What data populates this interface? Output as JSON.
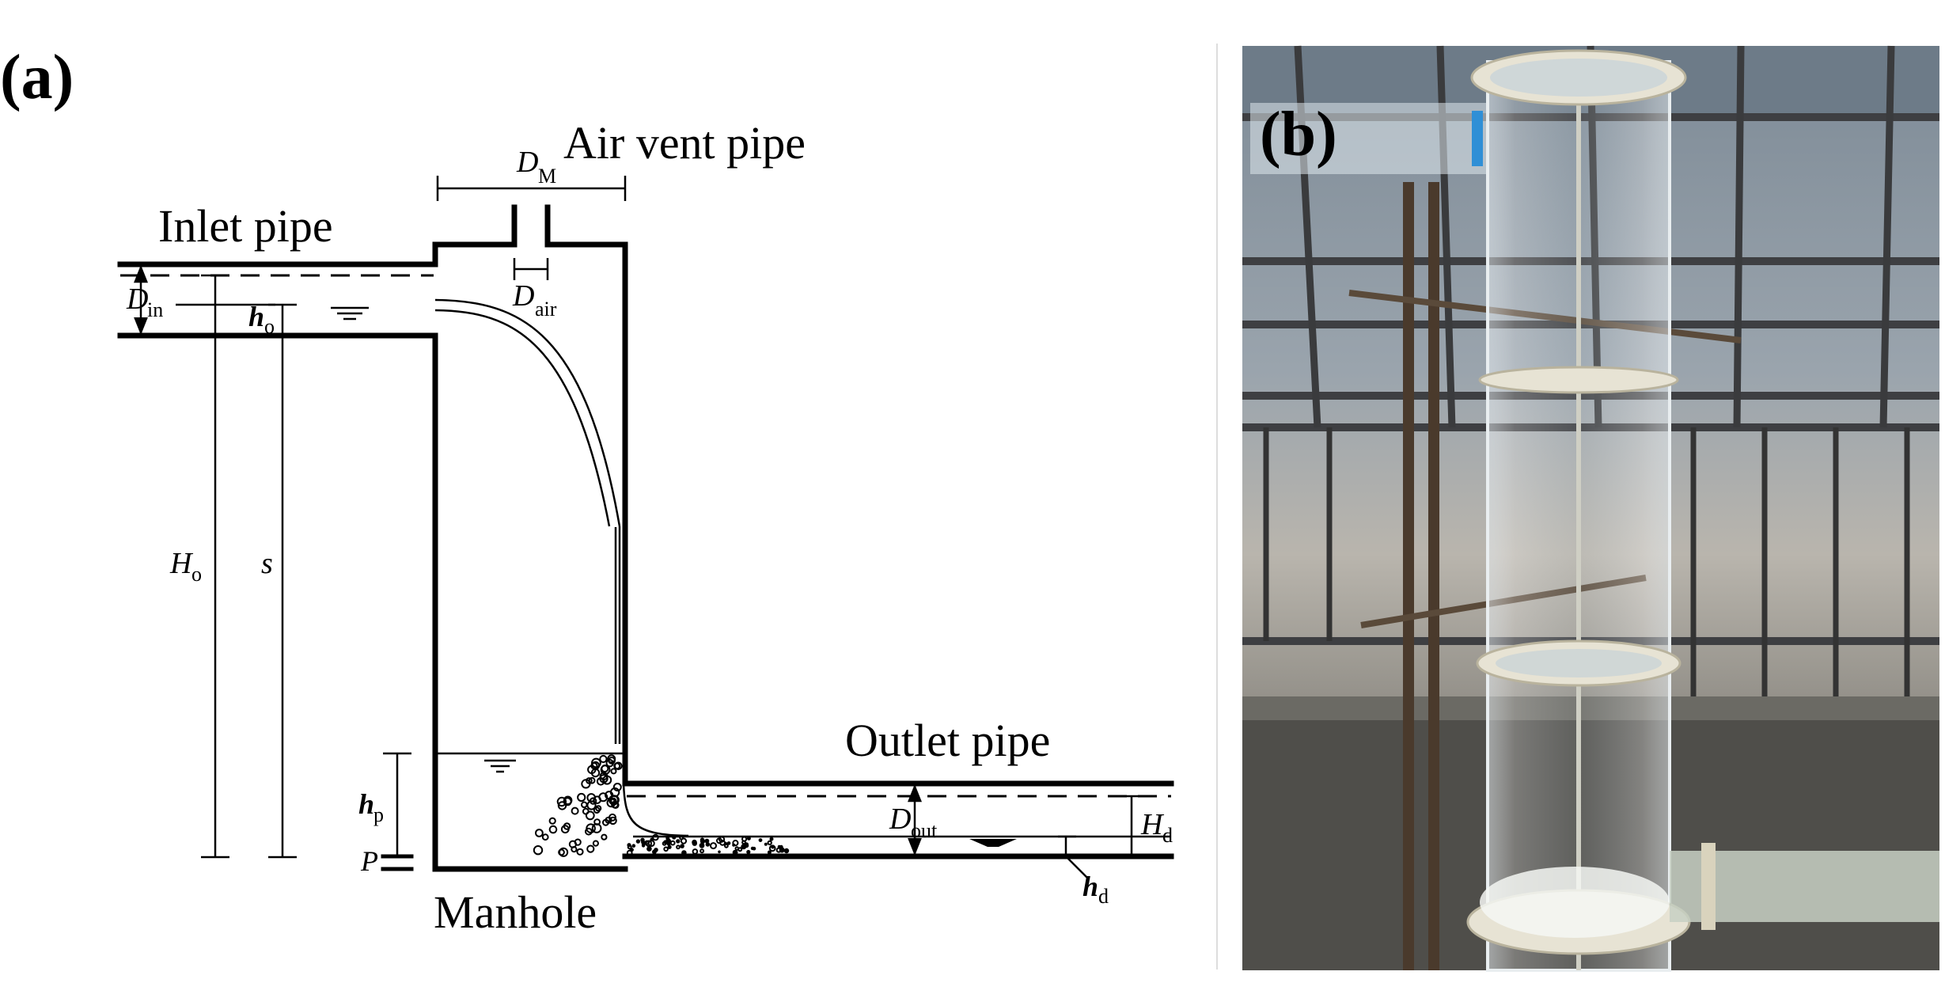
{
  "figure": {
    "panel_a": {
      "tag": "(a)",
      "labels": {
        "air_vent": "Air vent  pipe",
        "inlet": "Inlet  pipe",
        "outlet": "Outlet  pipe",
        "manhole": "Manhole"
      },
      "symbols": {
        "D": "D",
        "H": "H",
        "h": "h",
        "s": "s",
        "P": "P",
        "sub_M": "M",
        "sub_air": "air",
        "sub_in": "in",
        "sub_o": "o",
        "sub_p": "p",
        "sub_out": "out",
        "sub_d": "d"
      }
    },
    "panel_b": {
      "tag": "(b)"
    }
  }
}
